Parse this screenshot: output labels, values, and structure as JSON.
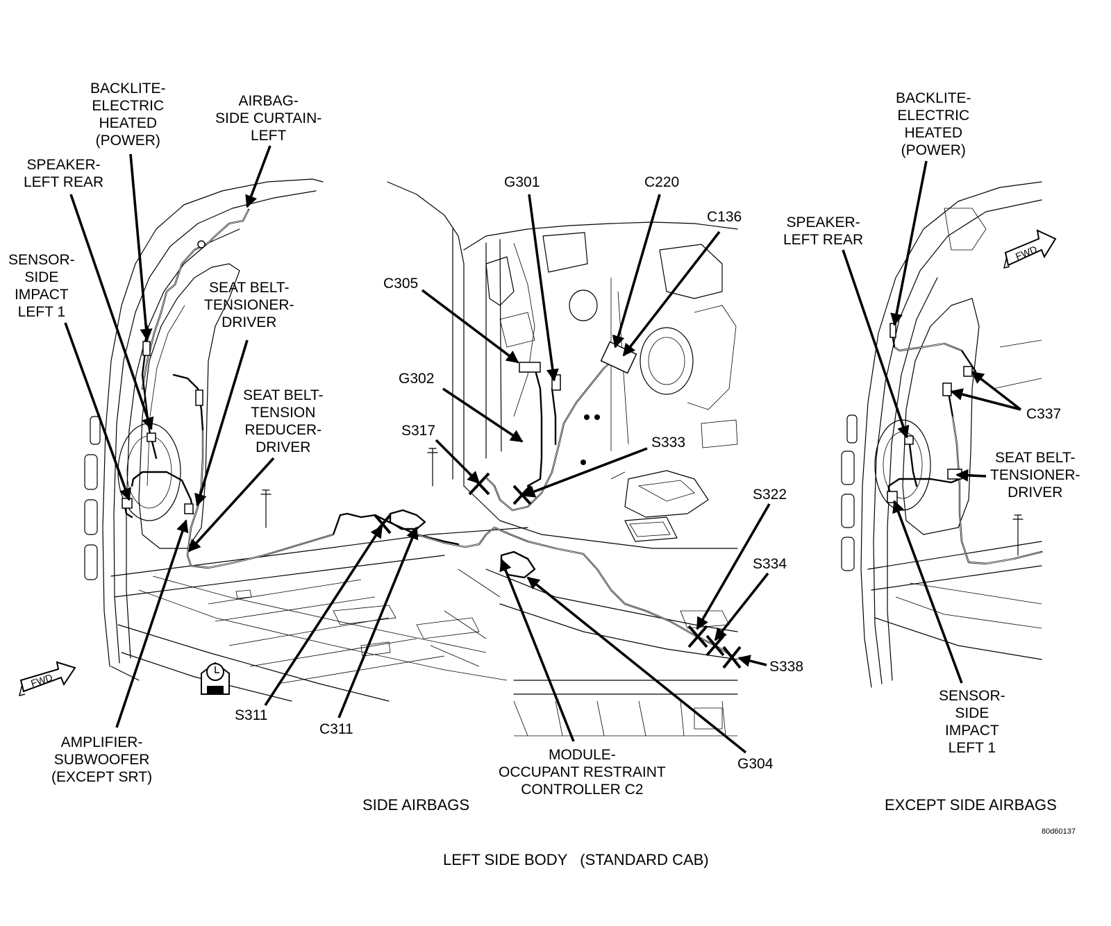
{
  "labels": {
    "backlite_left": "BACKLITE-\nELECTRIC\nHEATED\n(POWER)",
    "airbag_curtain": "AIRBAG-\nSIDE CURTAIN-\nLEFT",
    "speaker_left": "SPEAKER-\nLEFT REAR",
    "sensor_left": "SENSOR-\nSIDE\nIMPACT\nLEFT 1",
    "seatbelt_tensioner_left": "SEAT BELT-\nTENSIONER-\nDRIVER",
    "seatbelt_reducer": "SEAT BELT-\nTENSION\nREDUCER-\nDRIVER",
    "amplifier": "AMPLIFIER-\nSUBWOOFER\n(EXCEPT SRT)",
    "g301": "G301",
    "c220": "C220",
    "c136": "C136",
    "c305": "C305",
    "g302": "G302",
    "s317": "S317",
    "s333": "S333",
    "s322": "S322",
    "s334": "S334",
    "s338": "S338",
    "s311": "S311",
    "c311": "C311",
    "module": "MODULE-\nOCCUPANT RESTRAINT\nCONTROLLER C2",
    "g304": "G304",
    "backlite_right": "BACKLITE-\nELECTRIC\nHEATED\n(POWER)",
    "speaker_right": "SPEAKER-\nLEFT REAR",
    "c337": "C337",
    "seatbelt_tensioner_right": "SEAT BELT-\nTENSIONER-\nDRIVER",
    "sensor_right": "SENSOR-\nSIDE\nIMPACT\nLEFT 1",
    "fwd_left": "FWD",
    "fwd_right": "FWD"
  },
  "captions": {
    "side_airbags": "SIDE AIRBAGS",
    "except_side_airbags": "EXCEPT SIDE AIRBAGS",
    "main_title": "LEFT SIDE BODY   (STANDARD CAB)",
    "figure_id": "80d60137"
  }
}
